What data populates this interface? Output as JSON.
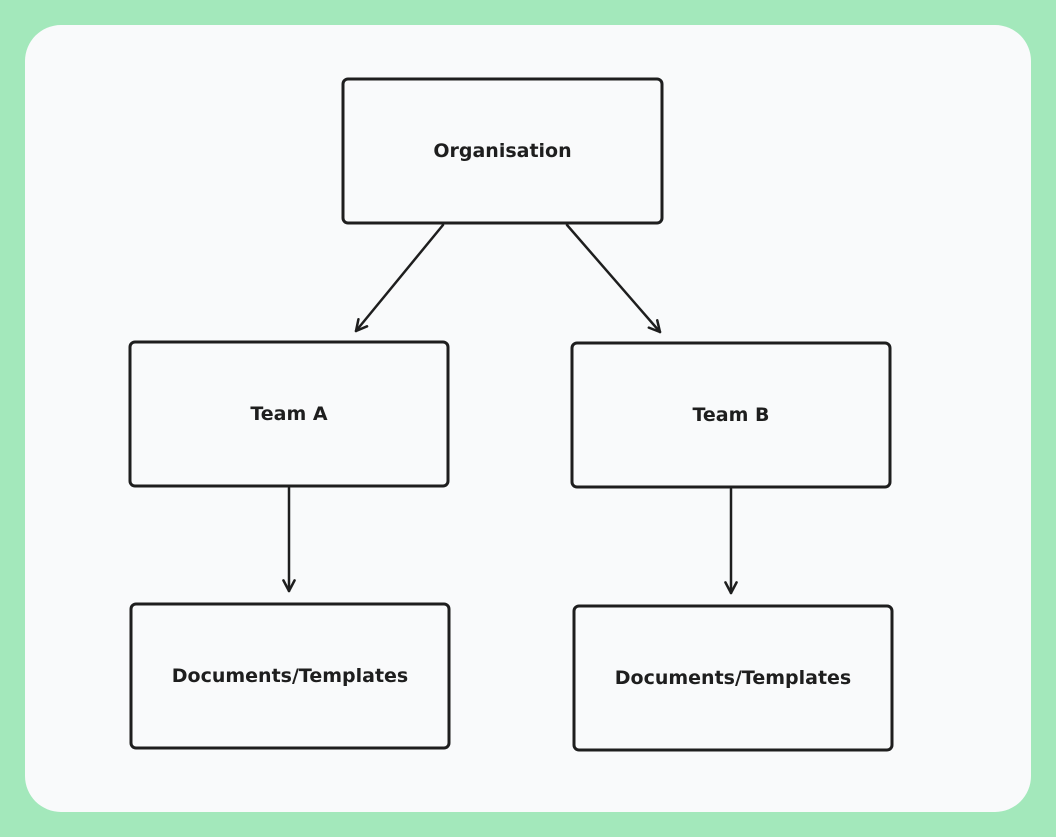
{
  "diagram": {
    "nodes": [
      {
        "id": "organisation",
        "label": "Organisation"
      },
      {
        "id": "team-a",
        "label": "Team A"
      },
      {
        "id": "team-b",
        "label": "Team B"
      },
      {
        "id": "docs-a",
        "label": "Documents/Templates"
      },
      {
        "id": "docs-b",
        "label": "Documents/Templates"
      }
    ],
    "edges": [
      {
        "from": "organisation",
        "to": "team-a"
      },
      {
        "from": "organisation",
        "to": "team-b"
      },
      {
        "from": "team-a",
        "to": "docs-a"
      },
      {
        "from": "team-b",
        "to": "docs-b"
      }
    ]
  }
}
